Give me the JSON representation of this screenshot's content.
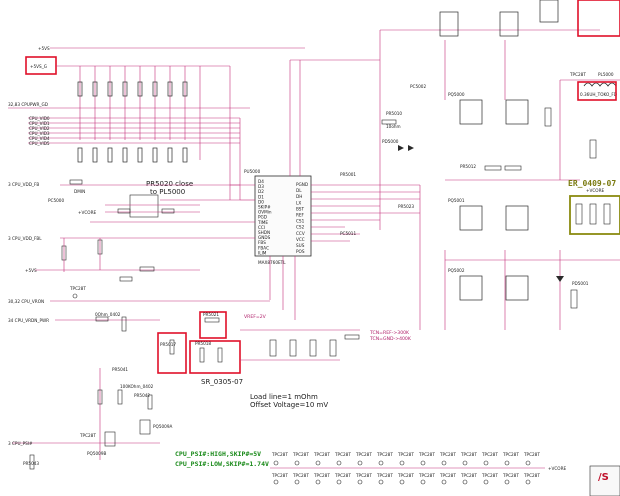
{
  "rails": {
    "p5vs": "+5VS",
    "p5vs_box": "+5VS_G",
    "cpu_pwr_gd": "32,83  CPUPWR_GD",
    "vid": [
      "CPU_VID0",
      "CPU_VID1",
      "CPU_VID2",
      "CPU_VID3",
      "CPU_VID4",
      "CPU_VID5"
    ],
    "cpu_vdd_fb": "3  CPU_VDD_FB",
    "cpu_vdd_fbl": "3  CPU_VDD_FBL",
    "cpu_vron": "30,32  CPU_VRON",
    "cpu_vrdn_pwr": "34  CPU_VRDN_PWR",
    "cpu_psi": "3  CPU_PSI#",
    "p5vs_low": "+5VS",
    "vcore": "+VCORE",
    "vcore_right": "+VCORE",
    "dmin": "DMIN"
  },
  "ic": {
    "name": "PU5000",
    "part": "MAX8760ETL",
    "left_pins": [
      "D4",
      "D3",
      "D2",
      "D1",
      "D0",
      "SKIP#",
      "OVMin",
      "PGD",
      "TIME",
      "CCI",
      "SHDN",
      "GNDS",
      "FBS",
      "FBAC",
      "ILIM"
    ],
    "right_pins": [
      "PGND",
      "DL",
      "DH",
      "LX",
      "BST",
      "REF",
      "CS1",
      "CS2",
      "CCV",
      "VCC",
      "SUS",
      "POS"
    ]
  },
  "annotations": {
    "pr5020": "PR5020 close",
    "pr5020b": "to PL5000",
    "er": "ER_0409-07",
    "sr": "SR_0305-07",
    "load_line": "Load line=1 mOhm",
    "offset": "Offset Voltage=10 mV",
    "psi_high": "CPU_PSI#:HIGH,SKIP#=5V",
    "psi_low": "CPU_PSI#:LOW,SKIP#=1.74V",
    "vref2v": "VREF=2V",
    "tcn_ref": "TCN=REF->300K",
    "tcn_gnd": "TCN=GND->400K",
    "pl5000": "PL5000",
    "pl5000_val": "0.36UH_TOKO_FD",
    "psi_ctl": "DMIN"
  },
  "parts": {
    "pc5000": "PC5000",
    "pr5010": "PR5010",
    "pr5021": "PR5021",
    "pr5001": "PR5001",
    "pr5023": "PR5023",
    "pc5011": "PC5011",
    "pr5017": "PR5017",
    "pr5018": "PR5018",
    "pr5012": "PR5012",
    "pq5000": "PQ5000",
    "pq5001": "PQ5001",
    "pq5002": "PQ5002",
    "pd5000": "PD5000",
    "pd5001": "PD5001",
    "pc5002": "PC5002",
    "pr5041": "PR5041",
    "pr5042": "PR5042",
    "pr5043": "PR5043",
    "pq5009a": "PQ5009A",
    "pq5009b": "PQ5009B",
    "tpc28t": "TPC28T",
    "r10ohm": "10ohm",
    "r0ohm": "0Ohm_0402",
    "r100k": "100KOhm_0402"
  },
  "colors": {
    "wire": "#c4307a",
    "highlight_red": "#e0102a",
    "highlight_olive": "#8a8a10",
    "note_green": "#1a8a1a",
    "ink": "#202020"
  }
}
